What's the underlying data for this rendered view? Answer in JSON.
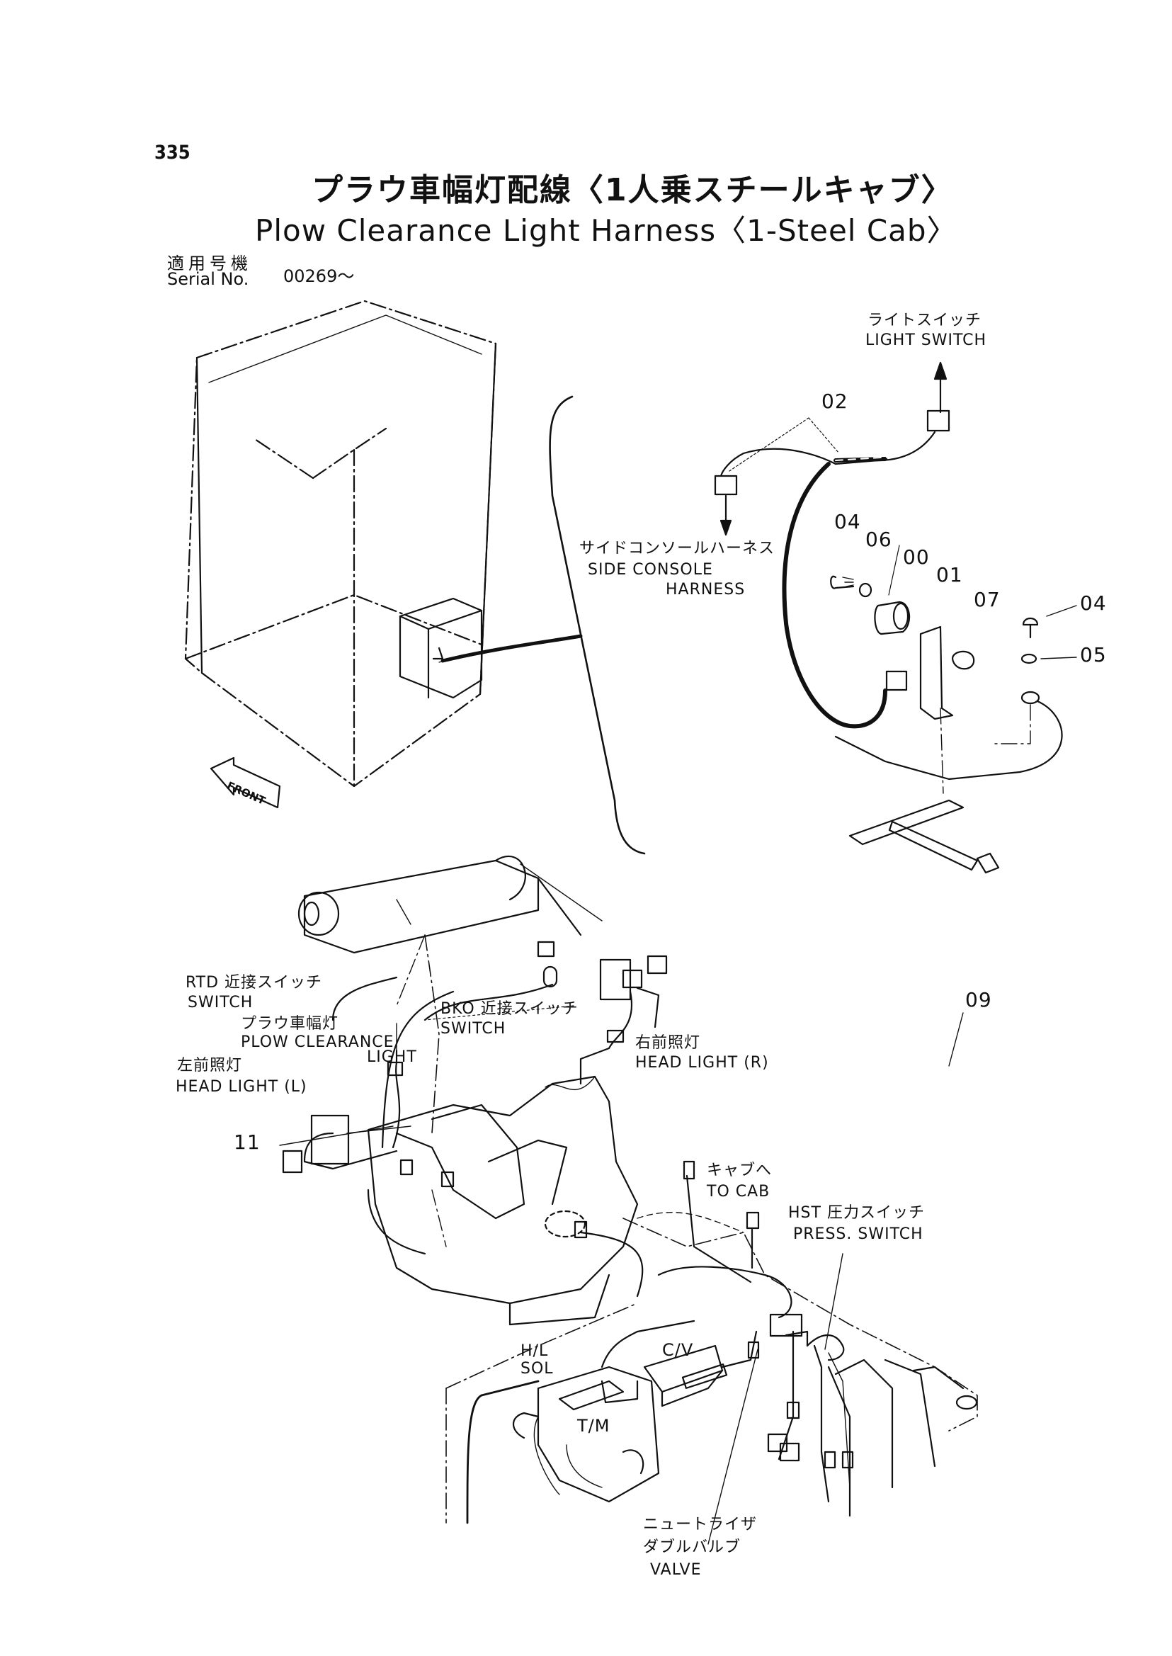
{
  "page_number": "335",
  "title_jp": "プラウ車幅灯配線〈1人乗スチールキャブ〉",
  "title_en": "Plow Clearance Light Harness〈1-Steel Cab〉",
  "serial": {
    "label_jp": "適用号機",
    "label_en": "Serial No.",
    "value": "00269～"
  },
  "labels": {
    "light_switch_jp": "ライトスイッチ",
    "light_switch_en": "LIGHT SWITCH",
    "side_console_jp": "サイドコンソールハーネス",
    "side_console_en1": "SIDE CONSOLE",
    "side_console_en2": "HARNESS",
    "front": "FRONT",
    "rtd_jp": "RTD 近接スイッチ",
    "rtd_en": "SWITCH",
    "plow_jp": "プラウ車幅灯",
    "plow_en1": "PLOW CLEARANCE",
    "plow_en2": "LIGHT",
    "head_l_jp": "左前照灯",
    "head_l_en": "HEAD LIGHT (L)",
    "bko_jp": "BKO 近接スイッチ",
    "bko_en": "SWITCH",
    "head_r_jp": "右前照灯",
    "head_r_en": "HEAD LIGHT (R)",
    "to_cab_jp": "キャブへ",
    "to_cab_en": "TO CAB",
    "hst_jp": "HST 圧力スイッチ",
    "hst_en": "PRESS. SWITCH",
    "cv": "C/V",
    "hl_sol1": "H/L",
    "hl_sol2": "SOL",
    "tm": "T/M",
    "valve_jp1": "ニュートライザ",
    "valve_jp2": "ダブルバルブ",
    "valve_en": "VALVE"
  },
  "part_numbers": {
    "p00": "00",
    "p01": "01",
    "p02": "02",
    "p04a": "04",
    "p04b": "04",
    "p05": "05",
    "p06": "06",
    "p07": "07",
    "p09": "09",
    "p11": "11"
  }
}
